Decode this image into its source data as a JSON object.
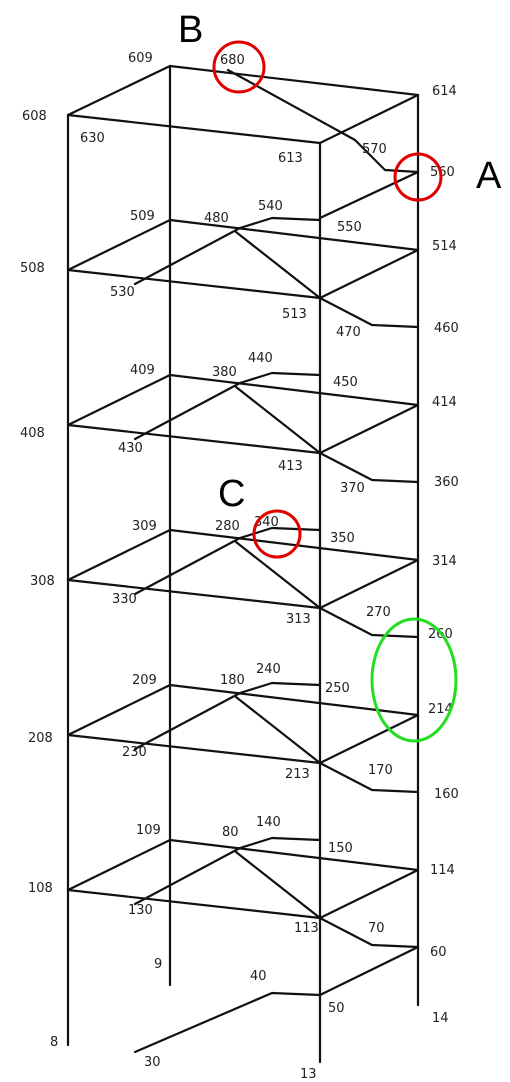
{
  "diagram": {
    "nodes": [
      {
        "id": "609",
        "label": "609"
      },
      {
        "id": "680",
        "label": "680"
      },
      {
        "id": "614",
        "label": "614"
      },
      {
        "id": "608",
        "label": "608"
      },
      {
        "id": "630",
        "label": "630"
      },
      {
        "id": "613",
        "label": "613"
      },
      {
        "id": "570",
        "label": "570"
      },
      {
        "id": "560",
        "label": "560"
      },
      {
        "id": "509",
        "label": "509"
      },
      {
        "id": "480",
        "label": "480"
      },
      {
        "id": "540",
        "label": "540"
      },
      {
        "id": "550",
        "label": "550"
      },
      {
        "id": "514",
        "label": "514"
      },
      {
        "id": "508",
        "label": "508"
      },
      {
        "id": "530",
        "label": "530"
      },
      {
        "id": "513",
        "label": "513"
      },
      {
        "id": "470",
        "label": "470"
      },
      {
        "id": "460",
        "label": "460"
      },
      {
        "id": "409",
        "label": "409"
      },
      {
        "id": "380",
        "label": "380"
      },
      {
        "id": "440",
        "label": "440"
      },
      {
        "id": "450",
        "label": "450"
      },
      {
        "id": "414",
        "label": "414"
      },
      {
        "id": "408",
        "label": "408"
      },
      {
        "id": "430",
        "label": "430"
      },
      {
        "id": "413",
        "label": "413"
      },
      {
        "id": "370",
        "label": "370"
      },
      {
        "id": "360",
        "label": "360"
      },
      {
        "id": "309",
        "label": "309"
      },
      {
        "id": "280",
        "label": "280"
      },
      {
        "id": "340",
        "label": "340"
      },
      {
        "id": "350",
        "label": "350"
      },
      {
        "id": "314",
        "label": "314"
      },
      {
        "id": "308",
        "label": "308"
      },
      {
        "id": "330",
        "label": "330"
      },
      {
        "id": "313",
        "label": "313"
      },
      {
        "id": "270",
        "label": "270"
      },
      {
        "id": "260",
        "label": "260"
      },
      {
        "id": "209",
        "label": "209"
      },
      {
        "id": "180",
        "label": "180"
      },
      {
        "id": "240",
        "label": "240"
      },
      {
        "id": "250",
        "label": "250"
      },
      {
        "id": "214",
        "label": "214"
      },
      {
        "id": "208",
        "label": "208"
      },
      {
        "id": "230",
        "label": "230"
      },
      {
        "id": "213",
        "label": "213"
      },
      {
        "id": "170",
        "label": "170"
      },
      {
        "id": "160",
        "label": "160"
      },
      {
        "id": "109",
        "label": "109"
      },
      {
        "id": "80",
        "label": "80"
      },
      {
        "id": "140",
        "label": "140"
      },
      {
        "id": "150",
        "label": "150"
      },
      {
        "id": "114",
        "label": "114"
      },
      {
        "id": "108",
        "label": "108"
      },
      {
        "id": "130",
        "label": "130"
      },
      {
        "id": "113",
        "label": "113"
      },
      {
        "id": "70",
        "label": "70"
      },
      {
        "id": "60",
        "label": "60"
      },
      {
        "id": "9",
        "label": "9"
      },
      {
        "id": "40",
        "label": "40"
      },
      {
        "id": "50",
        "label": "50"
      },
      {
        "id": "14",
        "label": "14"
      },
      {
        "id": "8",
        "label": "8"
      },
      {
        "id": "30",
        "label": "30"
      },
      {
        "id": "13",
        "label": "13"
      }
    ],
    "callouts": [
      {
        "id": "A",
        "label": "A",
        "color": "#e00000"
      },
      {
        "id": "B",
        "label": "B",
        "color": "#e00000"
      },
      {
        "id": "C",
        "label": "C",
        "color": "#e00000"
      }
    ],
    "highlight": {
      "color": "#22dd22"
    }
  }
}
